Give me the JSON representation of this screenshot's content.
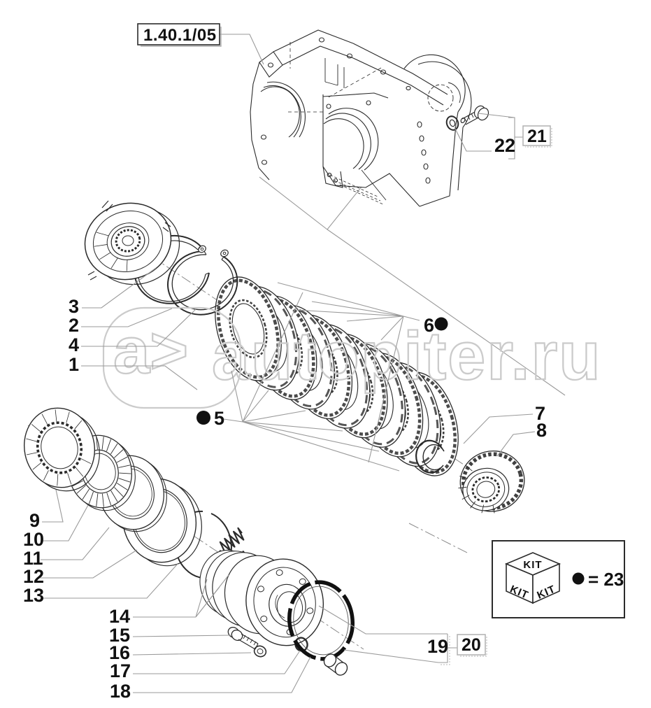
{
  "reference": {
    "label": "1.40.1/05"
  },
  "callouts": {
    "n1": "1",
    "n2": "2",
    "n3": "3",
    "n4": "4",
    "n5": "5",
    "n6": "6",
    "n7": "7",
    "n8": "8",
    "n9": "9",
    "n10": "10",
    "n11": "11",
    "n12": "12",
    "n13": "13",
    "n14": "14",
    "n15": "15",
    "n16": "16",
    "n17": "17",
    "n18": "18",
    "n19": "19",
    "n22": "22"
  },
  "boxed_refs": {
    "b20": "20",
    "b21": "21"
  },
  "kit": {
    "face_top": "KIT",
    "face_left": "KIT",
    "face_right": "KIT",
    "equals": "= 23"
  },
  "watermark": {
    "logo": "a>",
    "site": "autopiter.ru"
  },
  "colors": {
    "line": "#2b2b2b",
    "leader": "#9a9a9a",
    "watermark": "#cbcbcb",
    "label": "#111111"
  }
}
